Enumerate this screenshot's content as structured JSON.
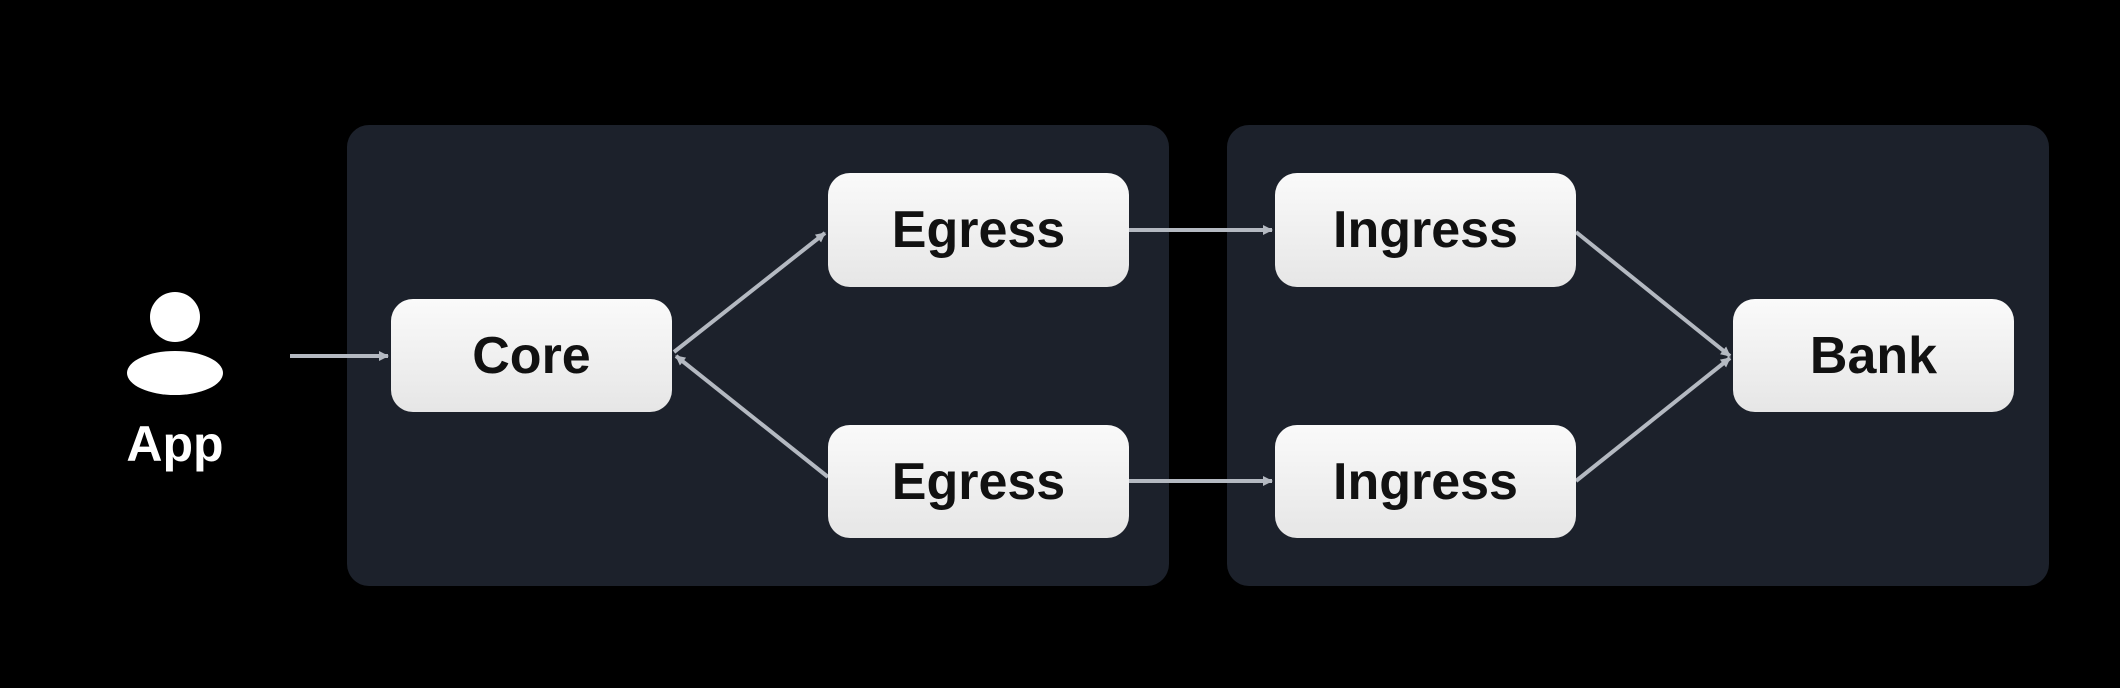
{
  "actor": {
    "label": "App",
    "icon": "person-icon"
  },
  "nodes": {
    "core": "Core",
    "egress_top": "Egress",
    "egress_bottom": "Egress",
    "ingress_top": "Ingress",
    "ingress_bottom": "Ingress",
    "bank": "Bank"
  },
  "edges": [
    {
      "from": "App",
      "to": "Core"
    },
    {
      "from": "Core",
      "to": "Egress (top)"
    },
    {
      "from": "Egress (bottom)",
      "to": "Core"
    },
    {
      "from": "Egress (top)",
      "to": "Ingress (top)"
    },
    {
      "from": "Egress (bottom)",
      "to": "Ingress (bottom)"
    },
    {
      "from": "Ingress (top)",
      "to": "Bank"
    },
    {
      "from": "Ingress (bottom)",
      "to": "Bank"
    }
  ],
  "colors": {
    "background": "#000000",
    "panel": "#1c212b",
    "node": "#f2f2f2",
    "node_text": "#111111",
    "edge": "#b4b9c1",
    "actor": "#ffffff"
  }
}
